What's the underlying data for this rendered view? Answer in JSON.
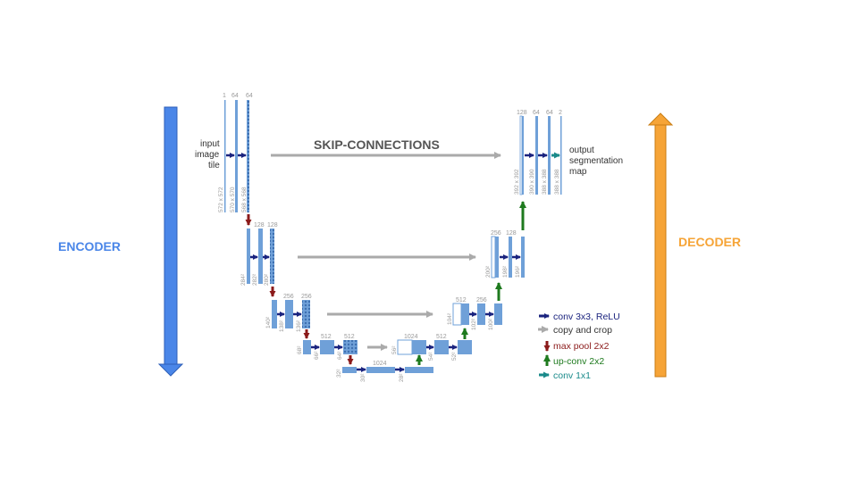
{
  "labels": {
    "encoder": "ENCODER",
    "decoder": "DECODER",
    "skip": "SKIP-CONNECTIONS",
    "input": [
      "input",
      "image",
      "tile"
    ],
    "output": [
      "output",
      "segmentation",
      "map"
    ]
  },
  "legend": [
    {
      "label": "conv 3x3, ReLU",
      "icon": "arrow-right-icon",
      "color": "#1a237e"
    },
    {
      "label": "copy and crop",
      "icon": "arrow-right-icon",
      "color": "#aaaaaa"
    },
    {
      "label": "max pool 2x2",
      "icon": "arrow-down-icon",
      "color": "#8b1a1a"
    },
    {
      "label": "up-conv 2x2",
      "icon": "arrow-up-icon",
      "color": "#1e7a1e"
    },
    {
      "label": "conv 1x1",
      "icon": "arrow-right-icon",
      "color": "#1a8a8a"
    }
  ],
  "colors": {
    "encoder_arrow": "#4a86e8",
    "decoder_arrow": "#f6a437",
    "feature_map": "#6fa0d8",
    "conv": "#1a237e",
    "copy": "#aaaaaa",
    "pool": "#8b1a1a",
    "upconv": "#1e7a1e",
    "conv1x1": "#1a8a8a"
  },
  "channels": {
    "l1_enc": [
      "1",
      "64",
      "64"
    ],
    "l2_enc": [
      "128",
      "128"
    ],
    "l3_enc": [
      "256",
      "256"
    ],
    "l4_enc": [
      "512",
      "512"
    ],
    "l5": [
      "1024"
    ],
    "l4_dec": [
      "1024",
      "512"
    ],
    "l3_dec": [
      "512",
      "256"
    ],
    "l2_dec": [
      "256",
      "128"
    ],
    "l1_dec": [
      "128",
      "64",
      "64",
      "2"
    ]
  },
  "dims": {
    "l1_enc": [
      "572 x 572",
      "570 x 570",
      "568 x 568"
    ],
    "l2_enc": [
      "284²",
      "282²",
      "280²"
    ],
    "l3_enc": [
      "140²",
      "138²",
      "136²"
    ],
    "l4_enc": [
      "68²",
      "66²",
      "64²"
    ],
    "l5": [
      "32²",
      "30²",
      "28²"
    ],
    "l4_dec": [
      "56²",
      "54²",
      "52²"
    ],
    "l3_dec": [
      "104²",
      "102²",
      "100²"
    ],
    "l2_dec": [
      "200²",
      "198²",
      "196²"
    ],
    "l1_dec": [
      "392 x 392",
      "390 x 390",
      "388 x 388",
      "388 x 388"
    ]
  }
}
